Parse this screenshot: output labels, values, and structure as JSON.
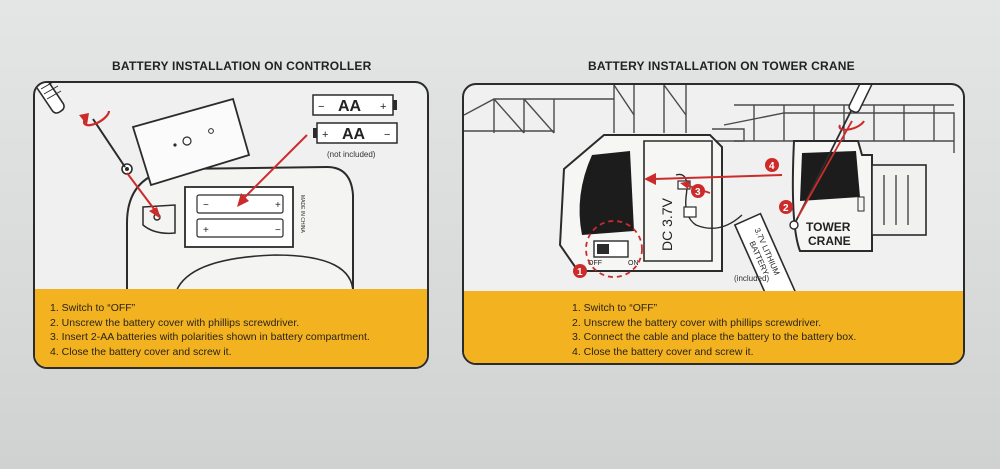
{
  "left": {
    "title": "BATTERY INSTALLATION ON CONTROLLER",
    "battery_1": "AA",
    "battery_2": "AA",
    "battery_1_minus": "−",
    "battery_1_plus": "+",
    "battery_2_plus": "+",
    "battery_2_minus": "−",
    "not_included": "(not included)",
    "made_in": "MADE IN CHINA",
    "steps": [
      "1. Switch to “OFF”",
      "2. Unscrew the battery cover with phillips screwdriver.",
      "3. Insert 2-AA batteries with polarities shown in battery compartment.",
      "4. Close the battery cover and screw it."
    ]
  },
  "right": {
    "title": "BATTERY INSTALLATION ON TOWER CRANE",
    "dc_label": "DC 3.7V",
    "off_label": "OFF",
    "on_label": "ON",
    "tower_line1": "TOWER",
    "tower_line2": "CRANE",
    "battery_line1": "3.7V LITHIUM",
    "battery_line2": "BATTERY",
    "included": "(included)",
    "markers": [
      "1",
      "2",
      "3",
      "4"
    ],
    "steps": [
      "1. Switch to “OFF”",
      "2. Unscrew the battery cover with phillips screwdriver.",
      "3. Connect the cable and place the battery to the battery box.",
      "4. Close the battery cover and screw it."
    ]
  },
  "colors": {
    "accent_yellow": "#f3b220",
    "arrow_red": "#cc2b2b",
    "line_dark": "#2b2b2b"
  }
}
